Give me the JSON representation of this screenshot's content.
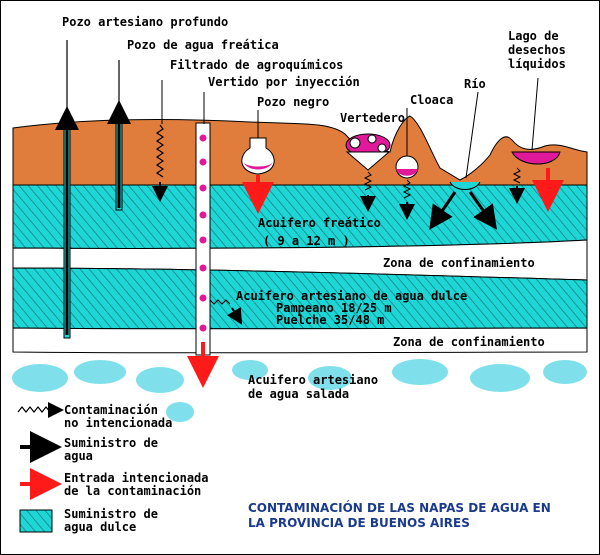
{
  "labels": {
    "pozo_artesiano": "Pozo artesiano profundo",
    "pozo_freatica": "Pozo de agua freática",
    "filtrado": "Filtrado de agroquímicos",
    "vertido": "Vertido por inyección",
    "pozo_negro": "Pozo negro",
    "vertedero": "Vertedero",
    "cloaca": "Cloaca",
    "rio": "Río",
    "lago_1": "Lago de",
    "lago_2": "desechos",
    "lago_3": "líquidos",
    "acuifero_freatico": "Acuifero freático",
    "acuifero_freatico_depth": "( 9 a 12 m )",
    "zona_1": "Zona de confinamiento",
    "acuifero_dulce": "Acuifero artesiano de agua dulce",
    "pampeano": "Pampeano 18/25 m",
    "puelche": "Puelche 35/48 m",
    "zona_2": "Zona de confinamiento",
    "salada_1": "Acuifero artesiano",
    "salada_2": "de agua salada"
  },
  "legend": {
    "contam_1": "Contaminación",
    "contam_2": "no intencionada",
    "suministro_1": "Suministro de",
    "suministro_2": "agua",
    "entrada_1": "Entrada intencionada",
    "entrada_2": "de la contaminación",
    "dulce_1": "Suministro de",
    "dulce_2": "agua dulce"
  },
  "caption": {
    "line1": "CONTAMINACIÓN DE LAS NAPAS DE AGUA EN",
    "line2": "LA PROVINCIA DE BUENOS AIRES"
  },
  "colors": {
    "soil": "#e07d3c",
    "aquifer": "#1fd6d6",
    "hatch": "#117a7a",
    "contaminant": "#e0199a",
    "intentional_arrow": "#ff1a1a",
    "caption": "#1a3a8c"
  }
}
